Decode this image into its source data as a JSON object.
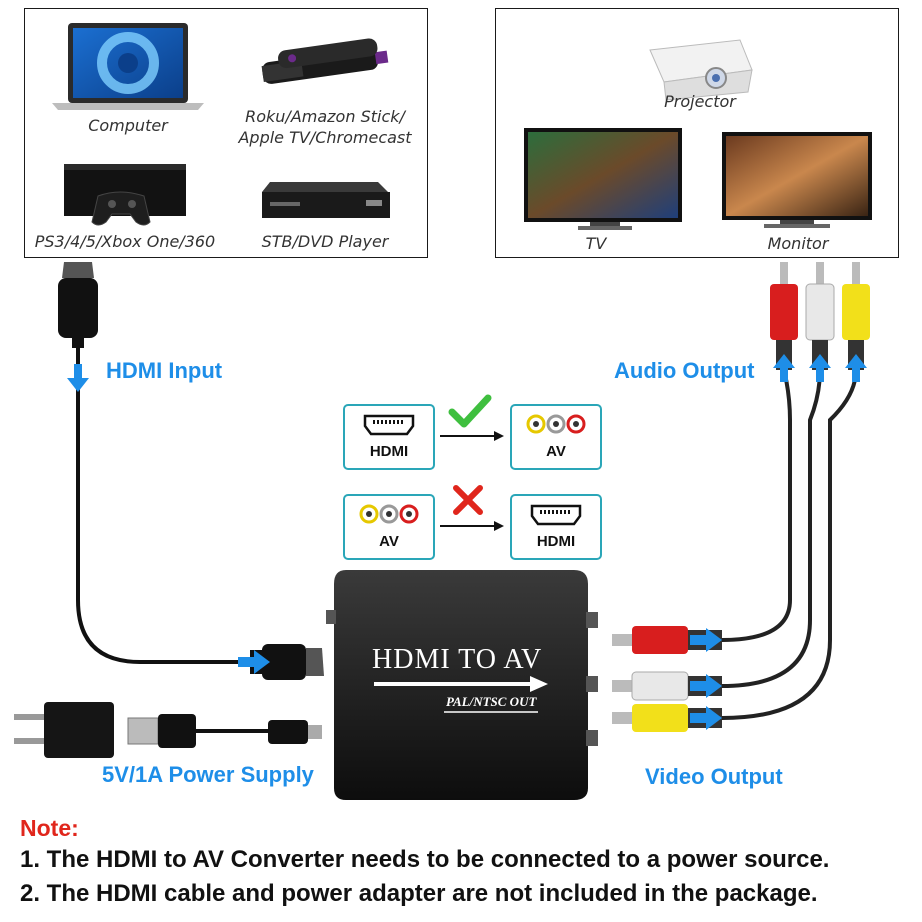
{
  "sources": {
    "computer": "Computer",
    "stick": "Roku/Amazon Stick/\nApple TV/Chromecast",
    "stick_line1": "Roku/Amazon Stick/",
    "stick_line2": "Apple TV/Chromecast",
    "console": "PS3/4/5/Xbox One/360",
    "stb": "STB/DVD Player"
  },
  "displays": {
    "projector": "Projector",
    "tv": "TV",
    "monitor": "Monitor"
  },
  "labels": {
    "hdmi_input": "HDMI Input",
    "audio_output": "Audio Output",
    "video_output": "Video Output",
    "power_supply": "5V/1A Power Supply"
  },
  "compatibility": {
    "hdmi": "HDMI",
    "av": "AV",
    "hdmi_to_av_supported": true,
    "av_to_hdmi_supported": false
  },
  "device": {
    "title": "HDMI TO AV",
    "subtitle": "PAL/NTSC OUT"
  },
  "note": {
    "title": "Note:",
    "lines": [
      "1. The HDMI to AV Converter needs to be connected to a power source.",
      "2. The HDMI cable and power adapter are not included in the package."
    ]
  },
  "colors": {
    "accent_blue": "#1e8ee8",
    "check_green": "#3fbf3f",
    "cross_red": "#e0261c",
    "box_border": "#2aa6b8",
    "rca_red": "#d81e1e",
    "rca_white": "#e8e8e8",
    "rca_yellow": "#f2e01a"
  }
}
